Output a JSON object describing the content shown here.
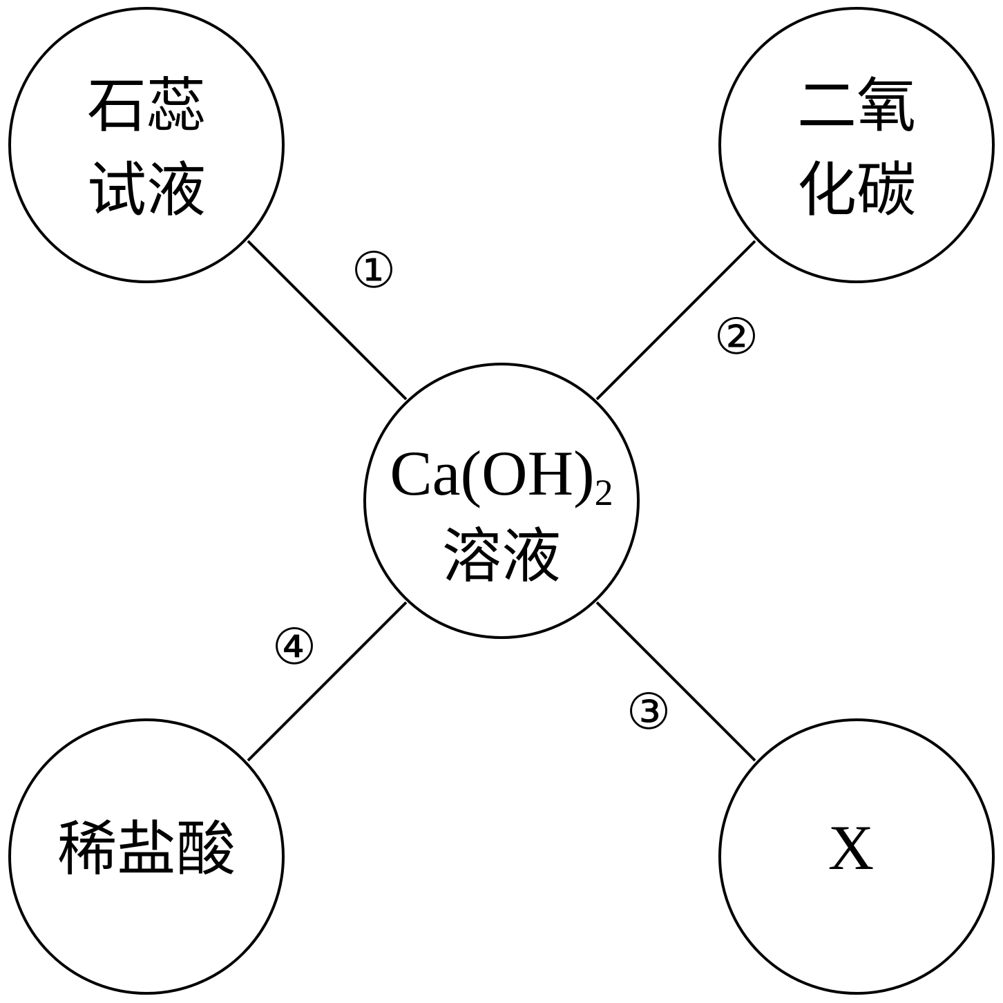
{
  "nodes": {
    "top_left": {
      "line1": "石蕊",
      "line2": "试液"
    },
    "top_right": {
      "line1": "二氧",
      "line2": "化碳"
    },
    "bottom_left": {
      "label": "稀盐酸"
    },
    "bottom_right": {
      "label": "X"
    },
    "center": {
      "formula_main": "Ca(OH)",
      "formula_subscript": "2",
      "line2": "溶液"
    }
  },
  "edge_labels": {
    "edge_1": "①",
    "edge_2": "②",
    "edge_3": "③",
    "edge_4": "④"
  }
}
